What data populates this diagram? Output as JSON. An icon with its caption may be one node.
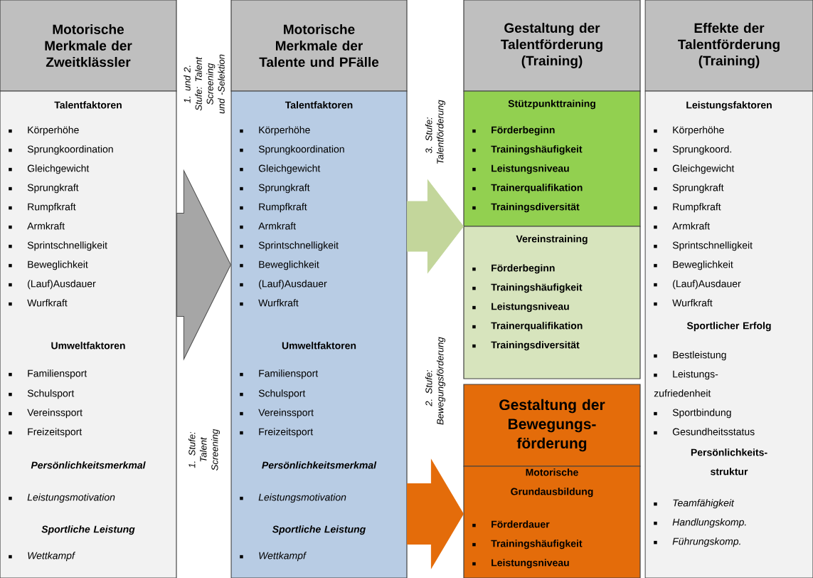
{
  "diagram": {
    "nodes": [
      {
        "text": [
          "Motorische Merkmale der Zweitklässler"
        ]
      },
      {
        "text": [
          "Talentfaktoren",
          "Körperhöhe",
          "Sprungkoordination",
          "Gleichgewicht",
          "Sprungkraft",
          "Rumpfkraft",
          "Armkraft",
          "Sprintschnelligkeit",
          "Beweglichkeit",
          "(Lauf)Ausdauer",
          "Wurfkraft",
          "Umweltfaktoren",
          "Familiensport",
          "Schulsport",
          "Vereinssport",
          "Freizeitsport",
          "Persönlichkeitsmerkmal",
          "Leistungsmotivation",
          "Sportliche Leistung",
          "Wettkampf"
        ]
      },
      {
        "text": [
          "Motorische Merkmale der Talente und PFälle"
        ]
      },
      {
        "text": [
          "Talentfaktoren",
          "Körperhöhe",
          "Sprungkoordination",
          "Gleichgewicht",
          "Sprungkraft",
          "Rumpfkraft",
          "Armkraft",
          "Sprintschnelligkeit",
          "Beweglichkeit",
          "(Lauf)Ausdauer",
          "Wurfkraft",
          "Umweltfaktoren",
          "Familiensport",
          "Schulsport",
          "Vereinssport",
          "Freizeitsport",
          "Persönlichkeitsmerkmal",
          "Leistungsmotivation",
          "Sportliche Leistung",
          "Wettkampf"
        ]
      },
      {
        "text": [
          "Gestaltung der Talentförderung (Training)"
        ]
      },
      {
        "text": [
          "Stützpunkttraining",
          "Förderbeginn",
          "Trainingshäufigkeit",
          "Leistungsniveau",
          "Trainerqualifikation",
          "Trainingsdiversität"
        ]
      },
      {
        "text": [
          "Vereinstraining",
          "Förderbeginn",
          "Trainingshäufigkeit",
          "Leistungsniveau",
          "Trainerqualifikation",
          "Trainingsdiversität"
        ]
      },
      {
        "text": [
          "Gestaltung der Bewegungs- förderung"
        ]
      },
      {
        "text": [
          "Motorische Grundausbildung",
          "Förderdauer",
          "Trainingshäufigkeit",
          "Leistungsniveau"
        ]
      },
      {
        "text": [
          "Effekte der Talentförderung (Training)"
        ]
      },
      {
        "text": [
          "Leistungsfaktoren",
          "Körperhöhe",
          "Sprungkoord.",
          "Gleichgewicht",
          "Sprungkraft",
          "Rumpfkraft",
          "Armkraft",
          "Sprintschnelligkeit",
          "Beweglichkeit",
          "(Lauf)Ausdauer",
          "Wurfkraft",
          "Sportlicher Erfolg",
          "Bestleistung",
          "Leistungs- zufriedenheit",
          "Sportbindung",
          "Gesundheitsstatus",
          "Persönlichkeits- struktur",
          "Teamfähigkeit",
          "Handlungskomp.",
          "Führungskomp."
        ]
      }
    ],
    "edges": [
      {
        "from": 1,
        "to": 3,
        "arrow": "to",
        "style": "thick",
        "color": "#a6a6a6"
      },
      {
        "from": 3,
        "to": 5,
        "arrow": "to",
        "style": "thick",
        "color": "#c3d69b"
      },
      {
        "from": 3,
        "to": 8,
        "arrow": "to",
        "style": "thick",
        "color": "#e46c0a"
      }
    ],
    "labels": [
      "1. und 2. Stufe: Talent Screening und -Selektion",
      "1. Stufe: Talent Screening",
      "3. Stufe: Talentförderung",
      "2. Stufe: Bewegungsförderung"
    ]
  }
}
